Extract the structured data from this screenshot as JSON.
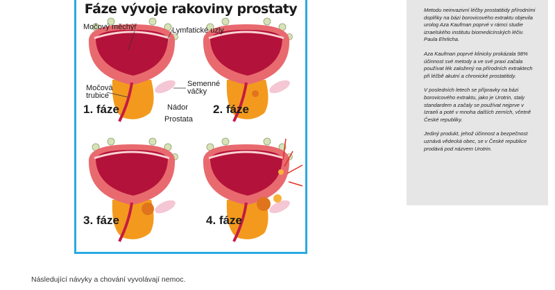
{
  "figure": {
    "title": "Fáze vývoje rakoviny prostaty",
    "labels": {
      "bladder": "Močový měchýř",
      "lymph": "Lymfatické uzly",
      "urethra_line1": "Močová",
      "urethra_line2": "trubice",
      "seminal_line1": "Semenné",
      "seminal_line2": "váčky",
      "tumor": "Nádor",
      "prostate": "Prostata"
    },
    "stages": [
      "1. fáze",
      "2. fáze",
      "3. fáze",
      "4. fáze"
    ],
    "colors": {
      "frame": "#29a9e1",
      "bladder_wall": "#e86a6f",
      "bladder_inner": "#b3123a",
      "prostate": "#f39a1e",
      "tumor": "#e0741c",
      "seminal": "#f5c6d3",
      "lymph": "#d7e2b8",
      "arrow": "#e03020"
    }
  },
  "sidebar": {
    "paragraphs": [
      "Metodu neinvazivní léčby prostatitidy přírodními doplňky na bázi borovicového extraktu objevila urolog Aza Kaufman poprvé v rámci studie izraelského institutu biomedicínských léčiv. Paula Ehrlicha.",
      "Aza Kaufman poprvé klinicky prokázala 98% účinnost své metody a ve své praxi začala používat lék založený na přírodních extraktech při léčbě akutní a chronické prostatitidy.",
      "V posledních letech se přípravky na bázi borovicového extraktu, jako je Urotrin, staly standardem a začaly se používat nejprve v Izraeli a poté v mnoha dalších zemích, včetně České republiky.",
      "Jediný produkt, jehož účinnost a bezpečnost uznává vědecká obec, se v České republice prodává pod názvem Urotrin."
    ]
  },
  "caption": "Následující návyky a chování vyvolávají nemoc."
}
